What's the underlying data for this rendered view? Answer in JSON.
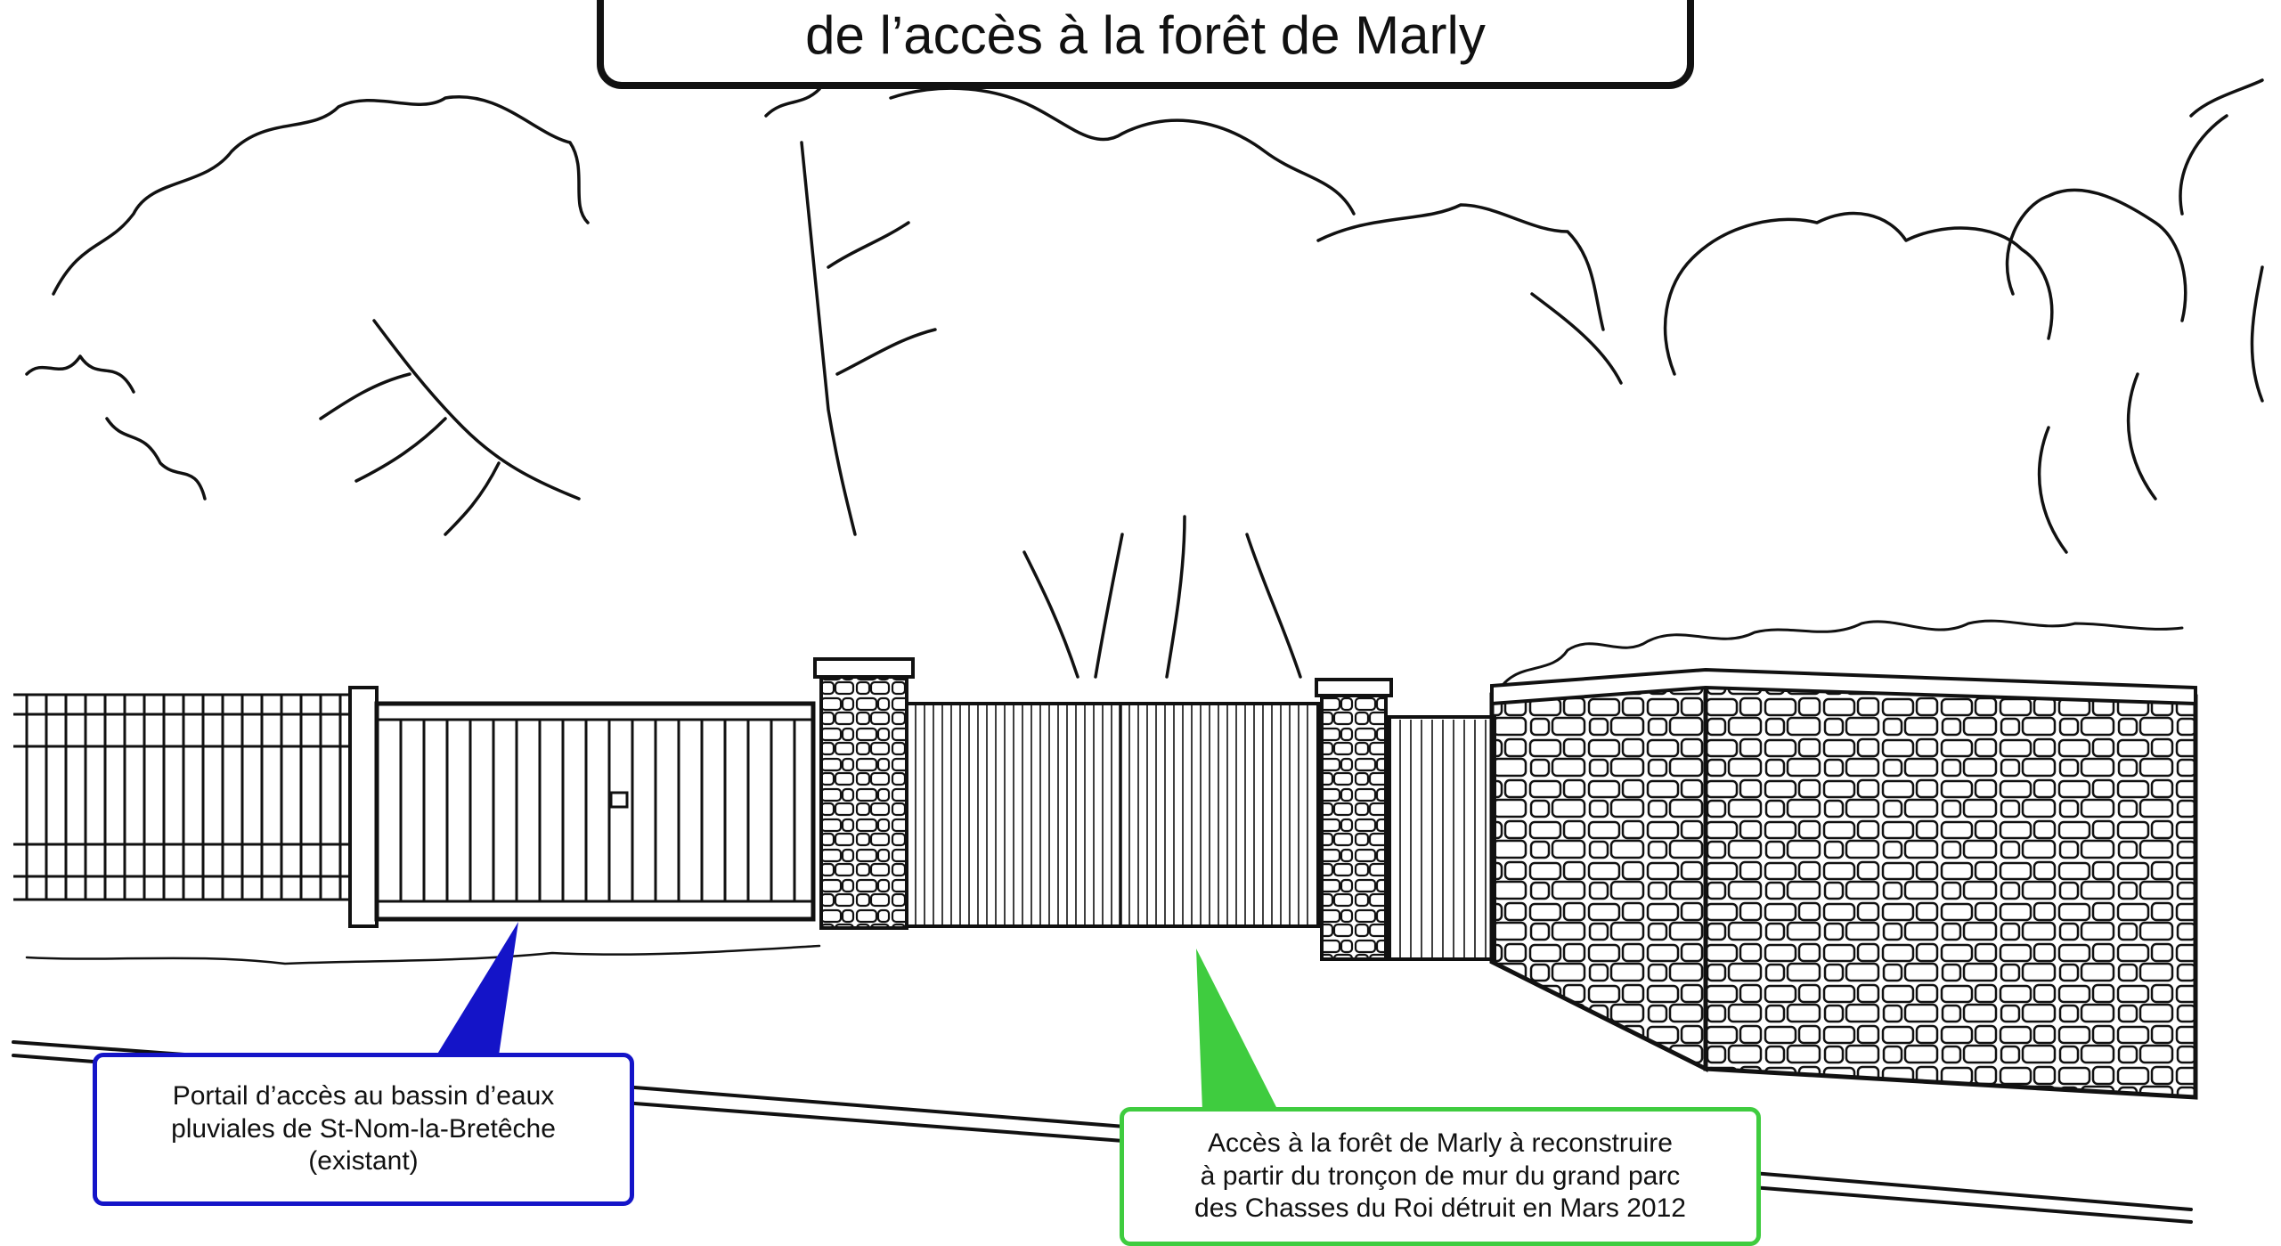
{
  "title": {
    "text": "de l’accès à la forêt de Marly"
  },
  "callouts": {
    "existing_gate": {
      "lines": [
        "Portail d’accès au bassin d’eaux",
        "pluviales de St-Nom-la-Bretêche",
        "(existant)"
      ],
      "color": "#1414c8"
    },
    "forest_access": {
      "lines": [
        "Accès à la forêt de Marly à reconstruire",
        "à partir du tronçon de mur du grand parc",
        "des Chasses du Roi détruit en Mars 2012"
      ],
      "color": "#3fcc3f"
    }
  }
}
